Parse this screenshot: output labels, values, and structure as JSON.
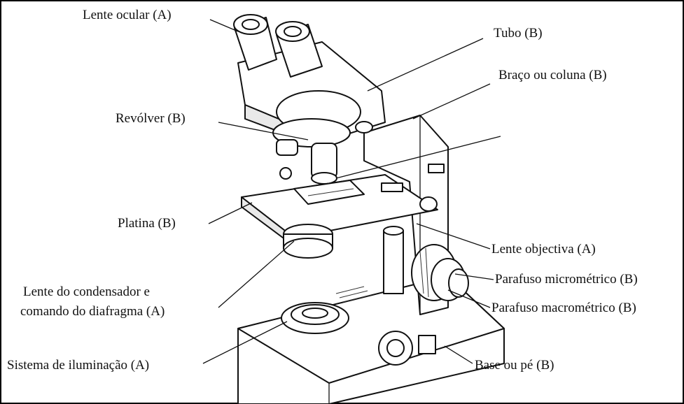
{
  "labels": {
    "lente_ocular": "Lente ocular (A)",
    "tubo": "Tubo (B)",
    "braco": "Braço ou coluna (B)",
    "revolver": "Revólver (B)",
    "platina": "Platina (B)",
    "lente_objectiva": "Lente objectiva (A)",
    "parafuso_micro": "Parafuso micrométrico (B)",
    "parafuso_macro": "Parafuso macrométrico (B)",
    "condensador_1": "Lente do condensador e",
    "condensador_2": "comando do diafragma (A)",
    "iluminacao": "Sistema de iluminação (A)",
    "base": "Base  ou pé (B)"
  }
}
